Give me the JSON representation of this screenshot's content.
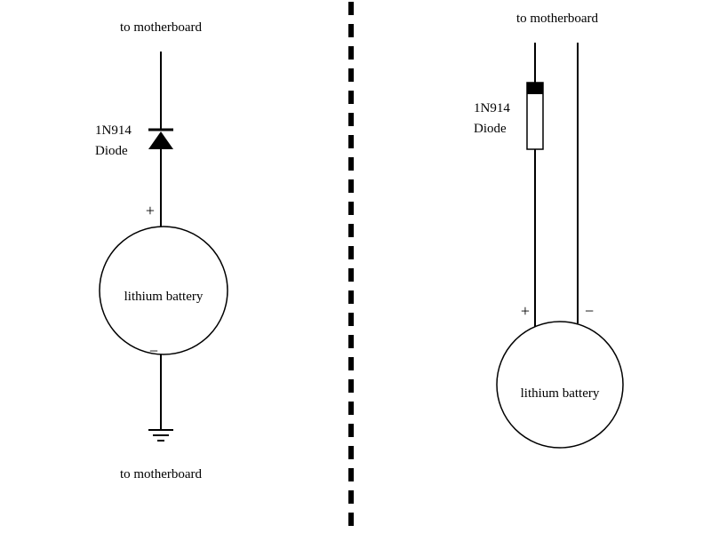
{
  "diagram": {
    "divider_color": "#000000",
    "line_color": "#000000",
    "left": {
      "top_label": "to motherboard",
      "diode_part": "1N914",
      "diode_word": "Diode",
      "plus": "+",
      "battery_label": "lithium battery",
      "minus": "−",
      "bottom_label": "to motherboard"
    },
    "right": {
      "top_label": "to motherboard",
      "diode_part": "1N914",
      "diode_word": "Diode",
      "plus": "+",
      "minus": "−",
      "battery_label": "lithium battery"
    }
  }
}
